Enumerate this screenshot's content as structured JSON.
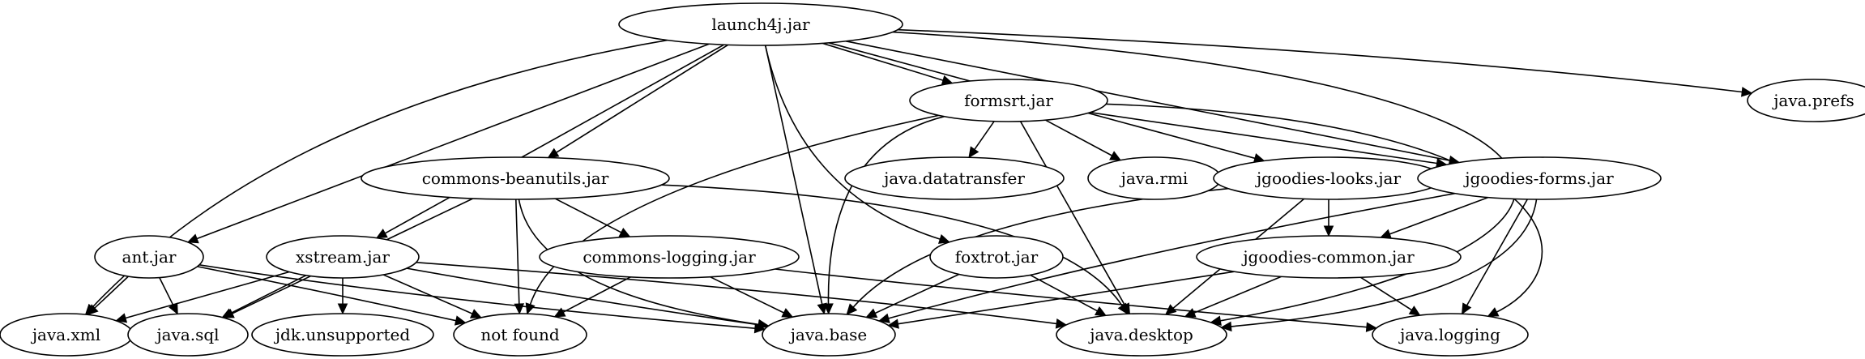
{
  "graph": {
    "nodes": [
      {
        "id": "launch4j",
        "label": "launch4j.jar"
      },
      {
        "id": "java_prefs",
        "label": "java.prefs"
      },
      {
        "id": "formsrt",
        "label": "formsrt.jar"
      },
      {
        "id": "commons_beanutils",
        "label": "commons-beanutils.jar"
      },
      {
        "id": "java_datatransfer",
        "label": "java.datatransfer"
      },
      {
        "id": "java_rmi",
        "label": "java.rmi"
      },
      {
        "id": "jgoodies_looks",
        "label": "jgoodies-looks.jar"
      },
      {
        "id": "jgoodies_forms",
        "label": "jgoodies-forms.jar"
      },
      {
        "id": "ant",
        "label": "ant.jar"
      },
      {
        "id": "xstream",
        "label": "xstream.jar"
      },
      {
        "id": "commons_logging",
        "label": "commons-logging.jar"
      },
      {
        "id": "foxtrot",
        "label": "foxtrot.jar"
      },
      {
        "id": "jgoodies_common",
        "label": "jgoodies-common.jar"
      },
      {
        "id": "java_xml",
        "label": "java.xml"
      },
      {
        "id": "java_sql",
        "label": "java.sql"
      },
      {
        "id": "jdk_unsupported",
        "label": "jdk.unsupported"
      },
      {
        "id": "not_found",
        "label": "not found"
      },
      {
        "id": "java_base",
        "label": "java.base"
      },
      {
        "id": "java_desktop",
        "label": "java.desktop"
      },
      {
        "id": "java_logging",
        "label": "java.logging"
      }
    ],
    "edges": [
      {
        "from": "launch4j",
        "to": "java_prefs"
      },
      {
        "from": "launch4j",
        "to": "formsrt"
      },
      {
        "from": "launch4j",
        "to": "commons_beanutils"
      },
      {
        "from": "launch4j",
        "to": "jgoodies_looks"
      },
      {
        "from": "launch4j",
        "to": "jgoodies_forms"
      },
      {
        "from": "launch4j",
        "to": "ant"
      },
      {
        "from": "launch4j",
        "to": "xstream"
      },
      {
        "from": "launch4j",
        "to": "foxtrot"
      },
      {
        "from": "launch4j",
        "to": "java_xml"
      },
      {
        "from": "launch4j",
        "to": "java_base"
      },
      {
        "from": "launch4j",
        "to": "java_desktop"
      },
      {
        "from": "formsrt",
        "to": "java_datatransfer"
      },
      {
        "from": "formsrt",
        "to": "java_rmi"
      },
      {
        "from": "formsrt",
        "to": "jgoodies_forms"
      },
      {
        "from": "formsrt",
        "to": "not_found"
      },
      {
        "from": "formsrt",
        "to": "java_base"
      },
      {
        "from": "formsrt",
        "to": "java_desktop"
      },
      {
        "from": "formsrt",
        "to": "java_logging"
      },
      {
        "from": "commons_beanutils",
        "to": "commons_logging"
      },
      {
        "from": "commons_beanutils",
        "to": "java_sql"
      },
      {
        "from": "commons_beanutils",
        "to": "not_found"
      },
      {
        "from": "commons_beanutils",
        "to": "java_base"
      },
      {
        "from": "commons_beanutils",
        "to": "java_desktop"
      },
      {
        "from": "jgoodies_looks",
        "to": "jgoodies_common"
      },
      {
        "from": "jgoodies_looks",
        "to": "java_base"
      },
      {
        "from": "jgoodies_looks",
        "to": "java_desktop"
      },
      {
        "from": "jgoodies_forms",
        "to": "jgoodies_common"
      },
      {
        "from": "jgoodies_forms",
        "to": "java_base"
      },
      {
        "from": "jgoodies_forms",
        "to": "java_desktop"
      },
      {
        "from": "jgoodies_forms",
        "to": "java_logging"
      },
      {
        "from": "ant",
        "to": "java_xml"
      },
      {
        "from": "ant",
        "to": "java_sql"
      },
      {
        "from": "ant",
        "to": "not_found"
      },
      {
        "from": "ant",
        "to": "java_base"
      },
      {
        "from": "xstream",
        "to": "java_xml"
      },
      {
        "from": "xstream",
        "to": "java_sql"
      },
      {
        "from": "xstream",
        "to": "jdk_unsupported"
      },
      {
        "from": "xstream",
        "to": "not_found"
      },
      {
        "from": "xstream",
        "to": "java_base"
      },
      {
        "from": "xstream",
        "to": "java_desktop"
      },
      {
        "from": "commons_logging",
        "to": "not_found"
      },
      {
        "from": "commons_logging",
        "to": "java_base"
      },
      {
        "from": "commons_logging",
        "to": "java_logging"
      },
      {
        "from": "foxtrot",
        "to": "java_base"
      },
      {
        "from": "foxtrot",
        "to": "java_desktop"
      },
      {
        "from": "jgoodies_common",
        "to": "java_base"
      },
      {
        "from": "jgoodies_common",
        "to": "java_desktop"
      },
      {
        "from": "jgoodies_common",
        "to": "java_logging"
      }
    ]
  }
}
